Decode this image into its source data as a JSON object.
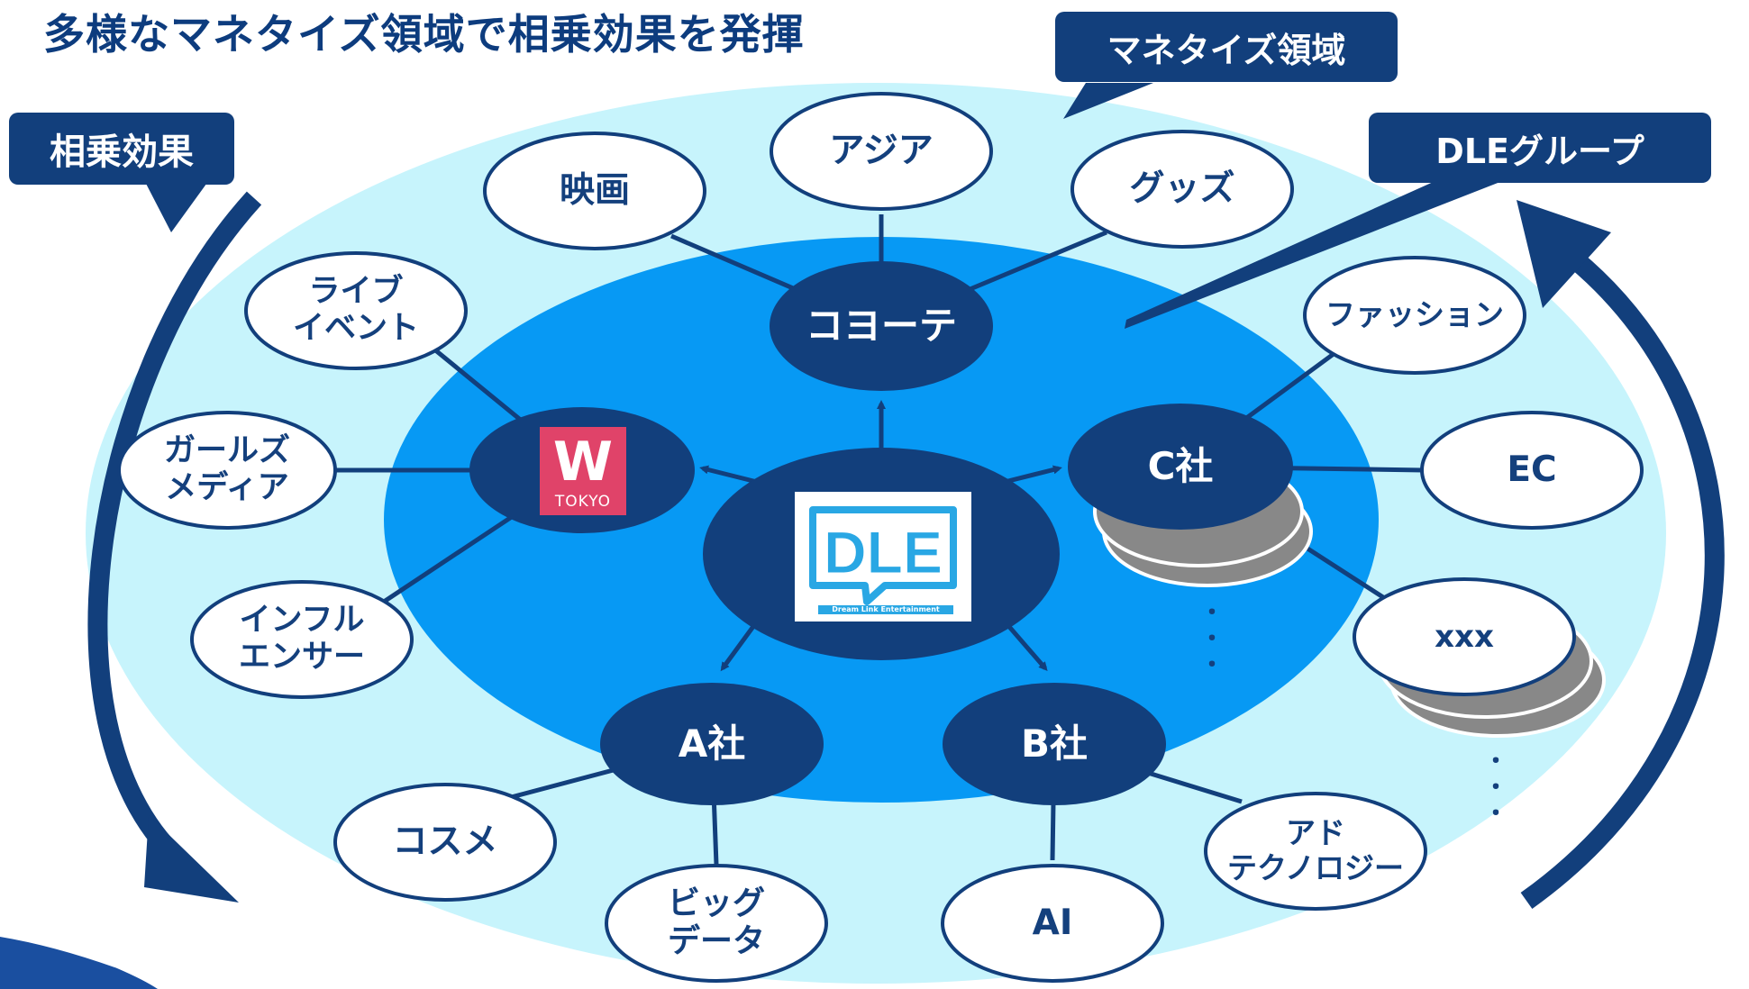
{
  "title": "多様なマネタイズ領域で相乗効果を発揮",
  "callouts": {
    "synergy": "相乗効果",
    "monetize": "マネタイズ領域",
    "group": "DLEグループ"
  },
  "center": {
    "logo_text": "DLE",
    "tagline": "Dream Link Entertainment"
  },
  "companies": {
    "coyote": "コヨーテ",
    "wtokyo_letter": "W",
    "wtokyo_sub": "TOKYO",
    "c": "C社",
    "a": "A社",
    "b": "B社"
  },
  "areas": {
    "eiga": "映画",
    "asia": "アジア",
    "goods": "グッズ",
    "live": "ライブ\nイベント",
    "girls": "ガールズ\nメディア",
    "influencer": "インフル\nエンサー",
    "fashion": "ファッション",
    "ec": "EC",
    "xxx": "xxx",
    "cosme": "コスメ",
    "bigdata": "ビッグ\nデータ",
    "ai": "AI",
    "adtech": "アド\nテクノロジー"
  },
  "ellipsis": "・\n・\n・",
  "colors": {
    "navy": "#123f7c",
    "outer_ring": "#c7f4fc",
    "inner_ring": "#0799f4",
    "node_border": "#123f7c",
    "gray_stack": "#888888",
    "w_tokyo": "#e04369",
    "dle_blue": "#29a7e4"
  }
}
